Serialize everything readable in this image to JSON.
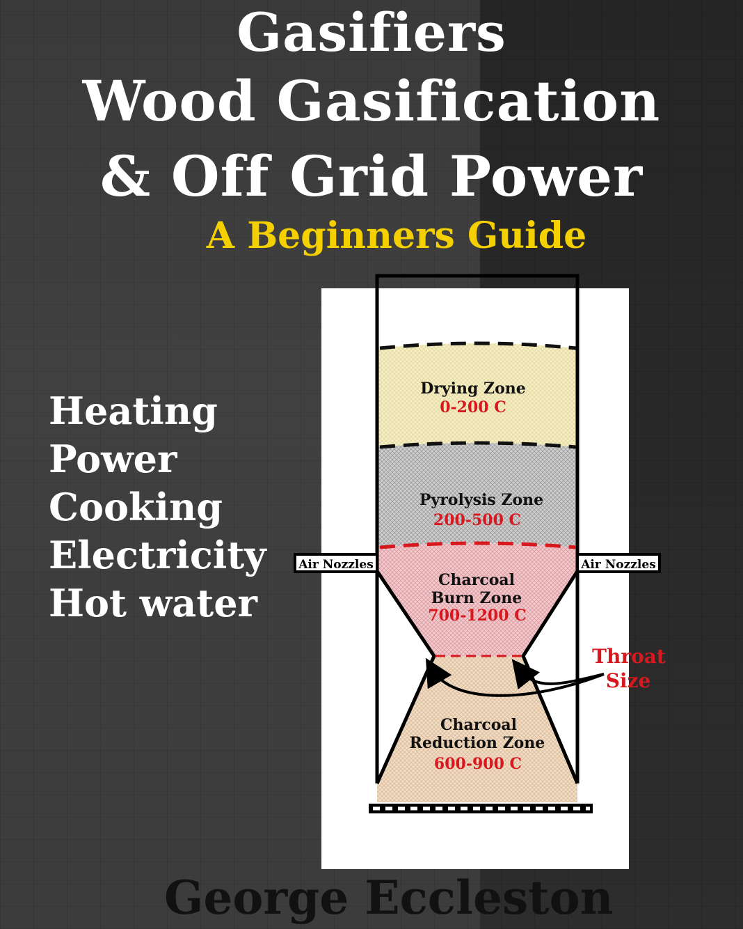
{
  "cover": {
    "title_lines": [
      "Gasifiers",
      "Wood Gasification",
      "& Off Grid Power"
    ],
    "subtitle": "A Beginners Guide",
    "uses": [
      "Heating",
      "Power",
      "Cooking",
      "Electricity",
      "Hot water"
    ],
    "author": "George Eccleston"
  },
  "diagram": {
    "zones": [
      {
        "name": "Drying Zone",
        "temp": "0-200 C"
      },
      {
        "name": "Pyrolysis Zone",
        "temp": "200-500 C"
      },
      {
        "name_lines": [
          "Charcoal",
          "Burn Zone"
        ],
        "temp": "700-1200 C"
      },
      {
        "name_lines": [
          "Charcoal",
          "Reduction Zone"
        ],
        "temp": "600-900 C"
      }
    ],
    "air_nozzles_left": "Air Nozzles",
    "air_nozzles_right": "Air Nozzles",
    "throat_label": [
      "Throat",
      "Size"
    ]
  },
  "colors": {
    "title": "#ffffff",
    "subtitle": "#f5d000",
    "author": "#111111",
    "temp_red": "#d8181f",
    "drying_fill": "#f7efc4",
    "pyrolysis_fill": "#cfcfcf",
    "burn_fill": "#f3c9cc",
    "reduction_fill": "#f2dcc4"
  }
}
